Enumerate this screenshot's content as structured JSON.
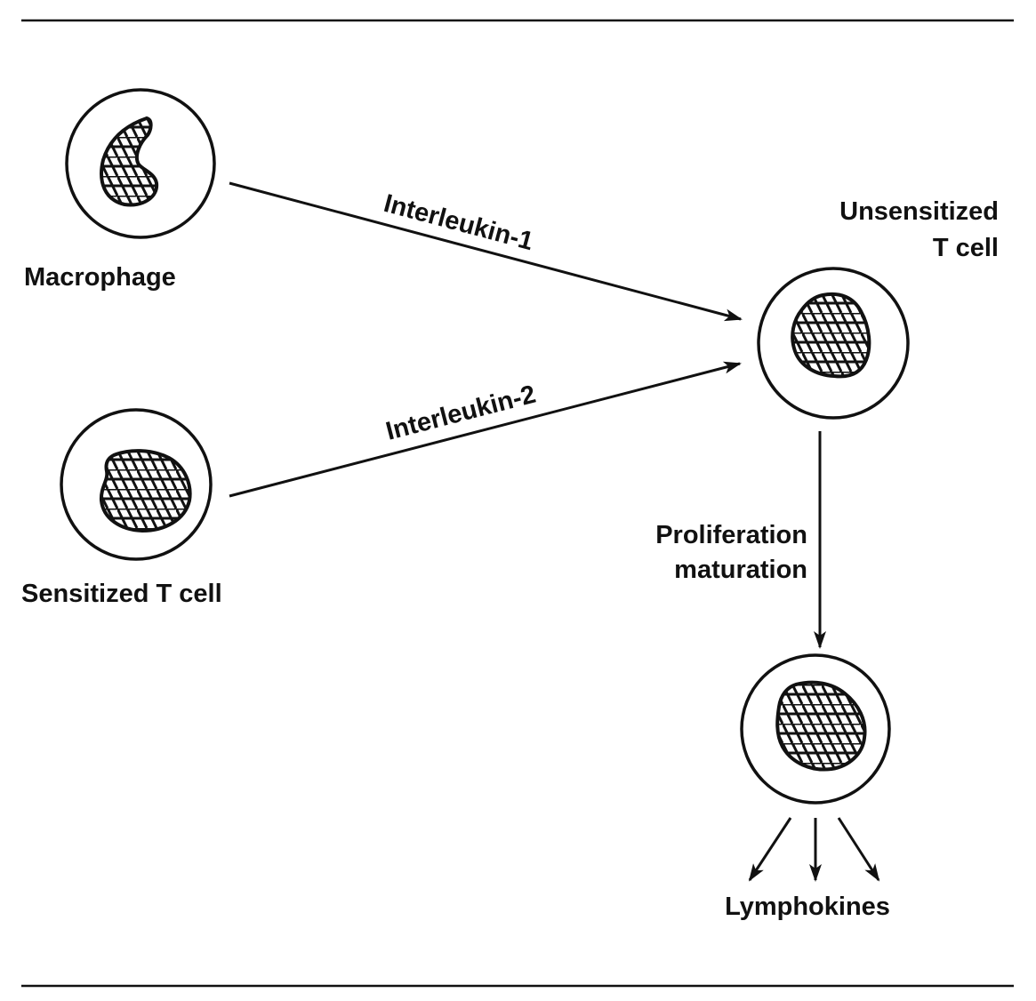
{
  "diagram": {
    "type": "flow",
    "nodes": [
      {
        "id": "macrophage",
        "label": "Macrophage",
        "nucleus_shape": "kidney"
      },
      {
        "id": "sensitized_t_cell",
        "label": "Sensitized T cell",
        "nucleus_shape": "round"
      },
      {
        "id": "unsensitized_t_cell",
        "label_lines": [
          "Unsensitized",
          "T cell"
        ],
        "nucleus_shape": "round"
      },
      {
        "id": "mature_cell",
        "label": "",
        "nucleus_shape": "round"
      }
    ],
    "edges": [
      {
        "from": "macrophage",
        "to": "unsensitized_t_cell",
        "label": "Interleukin-1"
      },
      {
        "from": "sensitized_t_cell",
        "to": "unsensitized_t_cell",
        "label": "Interleukin-2"
      },
      {
        "from": "unsensitized_t_cell",
        "to": "mature_cell",
        "label_lines": [
          "Proliferation",
          "maturation"
        ]
      },
      {
        "from": "mature_cell",
        "to": "lymphokines",
        "label": "Lymphokines",
        "arrow_count": 3
      }
    ]
  },
  "labels": {
    "macrophage": "Macrophage",
    "sensitized": "Sensitized T cell",
    "unsensitized_line1": "Unsensitized",
    "unsensitized_line2": "T cell",
    "il1": "Interleukin-1",
    "il2": "Interleukin-2",
    "prolif_line1": "Proliferation",
    "prolif_line2": "maturation",
    "lymphokines": "Lymphokines"
  },
  "colors": {
    "ink": "#111111",
    "background": "#ffffff"
  }
}
